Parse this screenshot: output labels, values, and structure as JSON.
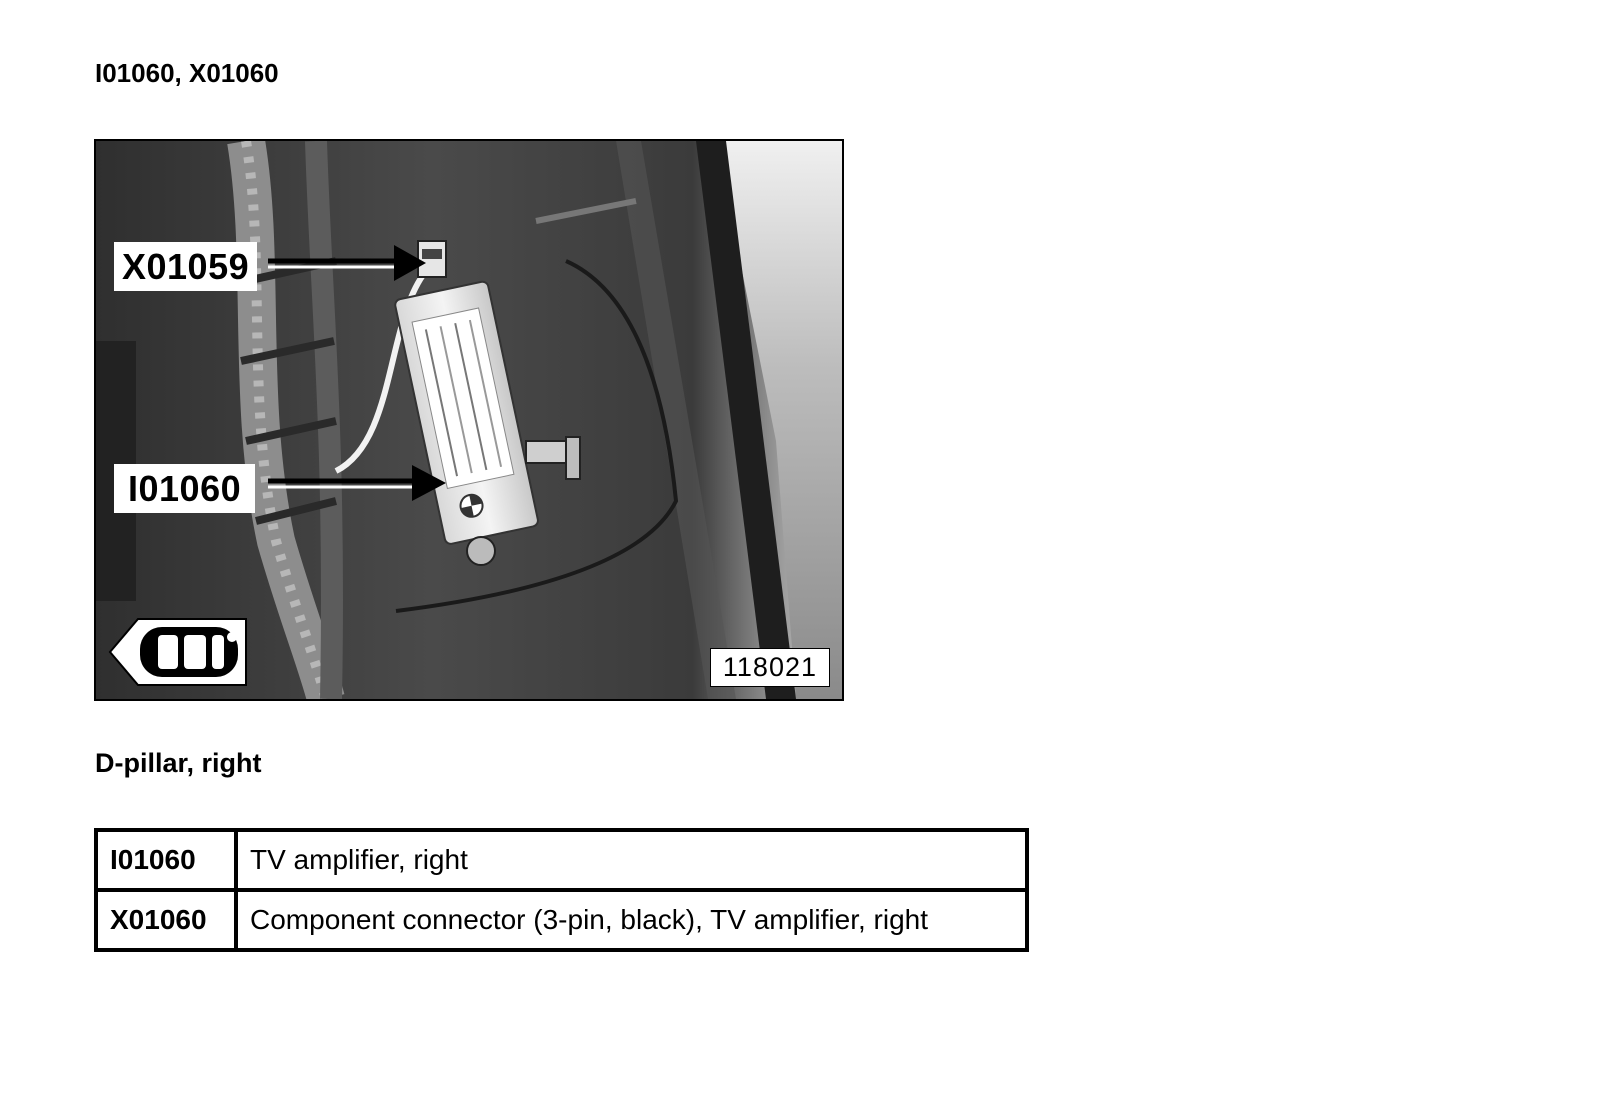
{
  "document": {
    "title": "I01060, X01060",
    "caption": "D-pillar, right"
  },
  "figure": {
    "callouts": [
      {
        "label": "X01059"
      },
      {
        "label": "I01060"
      }
    ],
    "figure_number": "118021",
    "icon": "car-rear-view-icon"
  },
  "legend": {
    "rows": [
      {
        "code": "I01060",
        "description": "TV amplifier, right"
      },
      {
        "code": "X01060",
        "description": "Component connector (3-pin, black), TV amplifier, right"
      }
    ]
  }
}
